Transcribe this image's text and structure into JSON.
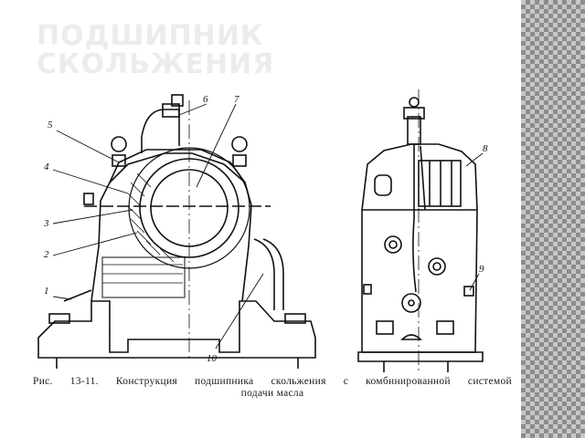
{
  "slide": {
    "title_line1": "ПОДШИПНИК",
    "title_line2": "СКОЛЬЖЕНИЯ",
    "caption_line1": "Рис. 13-11. Конструкция подшипника скольжения с комбинированной системой",
    "caption_line2": "подачи масла"
  },
  "callouts": {
    "n1": "1",
    "n2": "2",
    "n3": "3",
    "n4": "4",
    "n5": "5",
    "n6": "6",
    "n7": "7",
    "n8": "8",
    "n9": "9",
    "n10": "10"
  },
  "colors": {
    "ink": "#111111",
    "title": "#ececec",
    "stripe_light": "#c7c7c7",
    "stripe_dark": "#8c8c8c"
  }
}
